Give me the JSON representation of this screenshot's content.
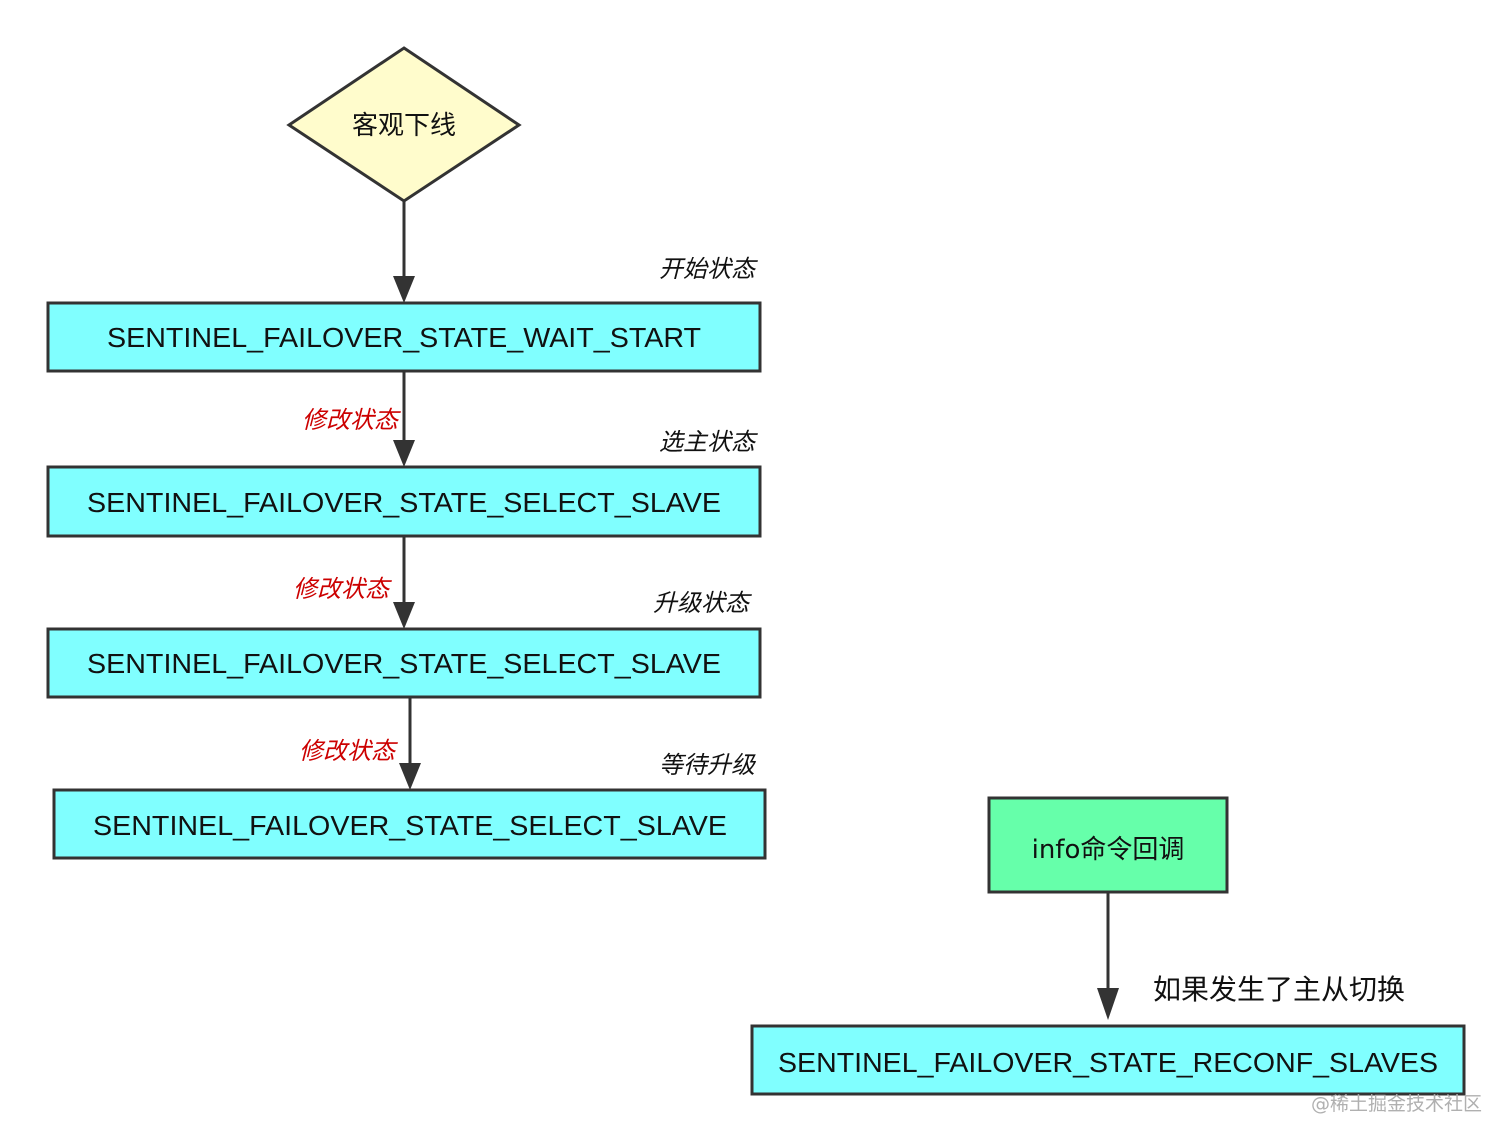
{
  "decision": {
    "label": "客观下线"
  },
  "states": [
    {
      "label": "SENTINEL_FAILOVER_STATE_WAIT_START",
      "caption": "开始状态"
    },
    {
      "label": "SENTINEL_FAILOVER_STATE_SELECT_SLAVE",
      "caption": "选主状态"
    },
    {
      "label": "SENTINEL_FAILOVER_STATE_SELECT_SLAVE",
      "caption": "升级状态"
    },
    {
      "label": "SENTINEL_FAILOVER_STATE_SELECT_SLAVE",
      "caption": "等待升级"
    }
  ],
  "transitions": [
    {
      "label": "修改状态"
    },
    {
      "label": "修改状态"
    },
    {
      "label": "修改状态"
    }
  ],
  "callback": {
    "label": "info命令回调",
    "condition": "如果发生了主从切换",
    "target": "SENTINEL_FAILOVER_STATE_RECONF_SLAVES"
  },
  "watermark": "@稀土掘金技术社区",
  "colors": {
    "state_fill": "#80ffff",
    "decision_fill": "#fffccc",
    "callback_fill": "#66ffaa",
    "transition_text": "#cc0000",
    "stroke": "#333333"
  }
}
